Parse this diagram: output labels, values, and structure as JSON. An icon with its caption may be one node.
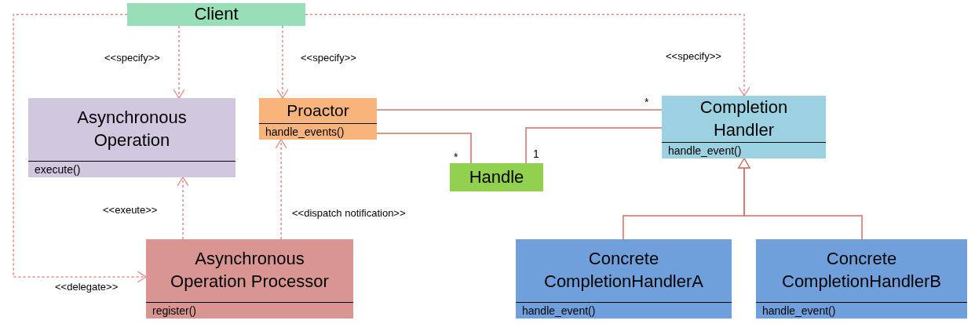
{
  "diagram": {
    "nodes": [
      {
        "text": [
          "Client"
        ]
      },
      {
        "text": [
          "Asynchronous Operation",
          "execute()"
        ]
      },
      {
        "text": [
          "Proactor",
          "handle_events()"
        ]
      },
      {
        "text": [
          "Handle"
        ]
      },
      {
        "text": [
          "Completion Handler",
          "handle_event()"
        ]
      },
      {
        "text": [
          "Asynchronous Operation Processor",
          "register()"
        ]
      },
      {
        "text": [
          "Concrete CompletionHandlerA",
          "handle_event()"
        ]
      },
      {
        "text": [
          "Concrete CompletionHandlerB",
          "handle_event()"
        ]
      }
    ],
    "edges": [
      {
        "from": 0,
        "to": 1,
        "arrow": "to",
        "style": "dashed",
        "label": "<<specify>>"
      },
      {
        "from": 0,
        "to": 2,
        "arrow": "to",
        "style": "dashed",
        "label": "<<specify>>"
      },
      {
        "from": 0,
        "to": 4,
        "arrow": "to",
        "style": "dashed",
        "label": "<<specify>>"
      },
      {
        "from": 0,
        "to": 5,
        "arrow": "to",
        "style": "dashed",
        "label": "<<delegate>>"
      },
      {
        "from": 5,
        "to": 1,
        "arrow": "to",
        "style": "dashed",
        "label": "<<exeute>>"
      },
      {
        "from": 5,
        "to": 2,
        "arrow": "to",
        "style": "dashed",
        "label": "<<dispatch notification>>"
      },
      {
        "from": 2,
        "to": 4,
        "arrow": "none"
      },
      {
        "from": 2,
        "to": 3,
        "arrow": "none"
      },
      {
        "from": 3,
        "to": 4,
        "arrow": "none"
      },
      {
        "from": 6,
        "to": 4,
        "arrow": "to"
      },
      {
        "from": 7,
        "to": 4,
        "arrow": "to"
      }
    ],
    "labels": [
      "*",
      "*",
      "1"
    ]
  }
}
